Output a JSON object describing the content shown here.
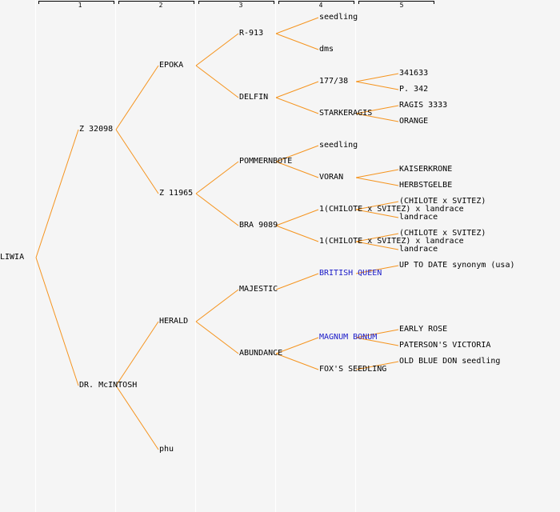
{
  "columns": [
    "1",
    "2",
    "3",
    "4",
    "5"
  ],
  "colors": {
    "link": "#f5941e",
    "highlight": "#1a1ac8"
  },
  "nodes": {
    "root": "LIWIA",
    "z32098": "Z 32098",
    "mcintosh": "DR. McINTOSH",
    "epoka": "EPOKA",
    "z11965": "Z 11965",
    "herald": "HERALD",
    "phu": "phu",
    "r913": "R-913",
    "delfin": "DELFIN",
    "pommernbote": "POMMERNBOTE",
    "bra9089": "BRA 9089",
    "majestic": "MAJESTIC",
    "abundance": "ABUNDANCE",
    "seedling1": "seedling",
    "dms": "dms",
    "n17738": "177/38",
    "starkeragis": "STARKERAGIS",
    "seedling2": "seedling",
    "voran": "VORAN",
    "chilote1": "1(CHILOTE x SVITEZ) x landrace",
    "chilote2": "1(CHILOTE x SVITEZ) x landrace",
    "britishqueen": "BRITISH QUEEN",
    "magnumbonum": "MAGNUM BONUM",
    "foxsseedling": "FOX'S SEEDLING",
    "n341633": "341633",
    "p342": "P. 342",
    "ragis": "RAGIS 3333",
    "orange": "ORANGE",
    "kaiserkrone": "KAISERKRONE",
    "herbstgelbe": "HERBSTGELBE",
    "cs1a": "(CHILOTE x SVITEZ)",
    "cs1b": "landrace",
    "cs2a": "(CHILOTE x SVITEZ)",
    "cs2b": "landrace",
    "uptodate": "UP TO DATE synonym (usa)",
    "earlyrose": "EARLY ROSE",
    "paterson": "PATERSON'S VICTORIA",
    "oldbluedon": "OLD BLUE DON seedling"
  }
}
